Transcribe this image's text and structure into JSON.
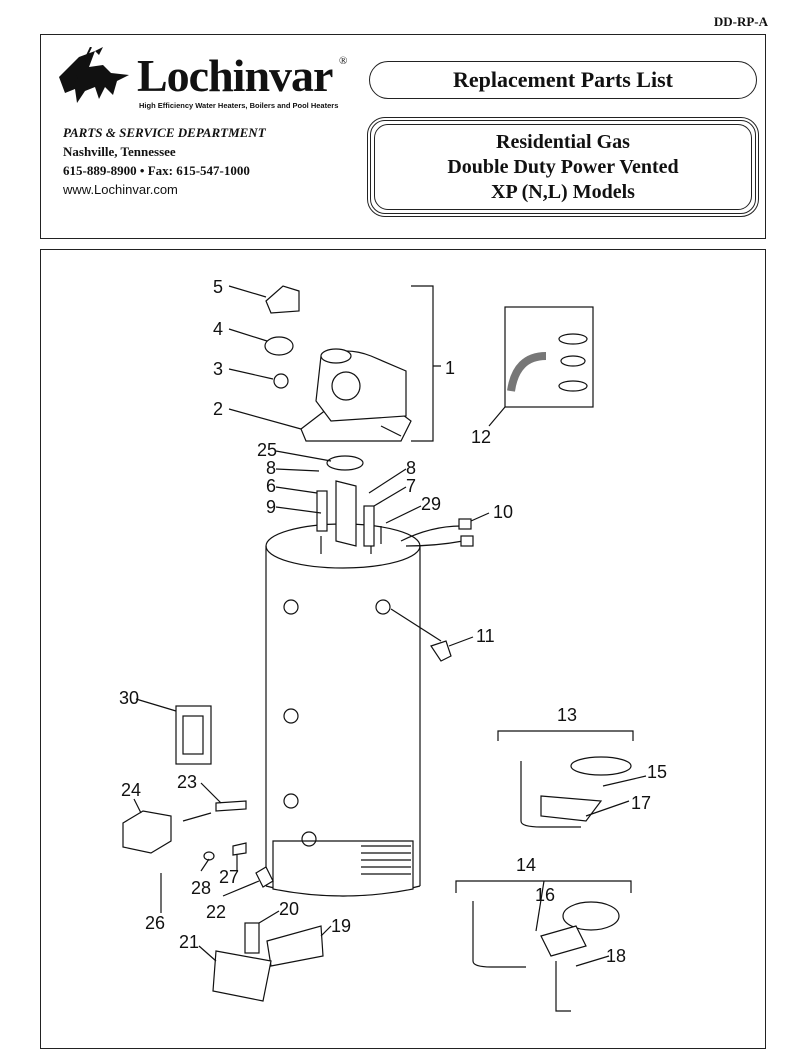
{
  "doc_code": "DD-RP-A",
  "header": {
    "logo": {
      "wordmark": "Lochinvar",
      "registered": "®",
      "tagline": "High Efficiency Water Heaters, Boilers and Pool Heaters"
    },
    "department": {
      "name": "PARTS & SERVICE DEPARTMENT",
      "city": "Nashville, Tennessee",
      "phone_fax": "615-889-8900 • Fax: 615-547-1000",
      "website": "www.Lochinvar.com"
    },
    "title": "Replacement Parts List",
    "subtitle": {
      "line1": "Residential Gas",
      "line2": "Double Duty Power Vented",
      "line3": "XP (N,L) Models"
    }
  },
  "diagram": {
    "callouts": [
      "1",
      "2",
      "3",
      "4",
      "5",
      "6",
      "7",
      "8",
      "8",
      "9",
      "10",
      "11",
      "12",
      "13",
      "14",
      "15",
      "16",
      "17",
      "18",
      "19",
      "20",
      "21",
      "22",
      "23",
      "24",
      "25",
      "26",
      "27",
      "28",
      "29",
      "30"
    ]
  }
}
